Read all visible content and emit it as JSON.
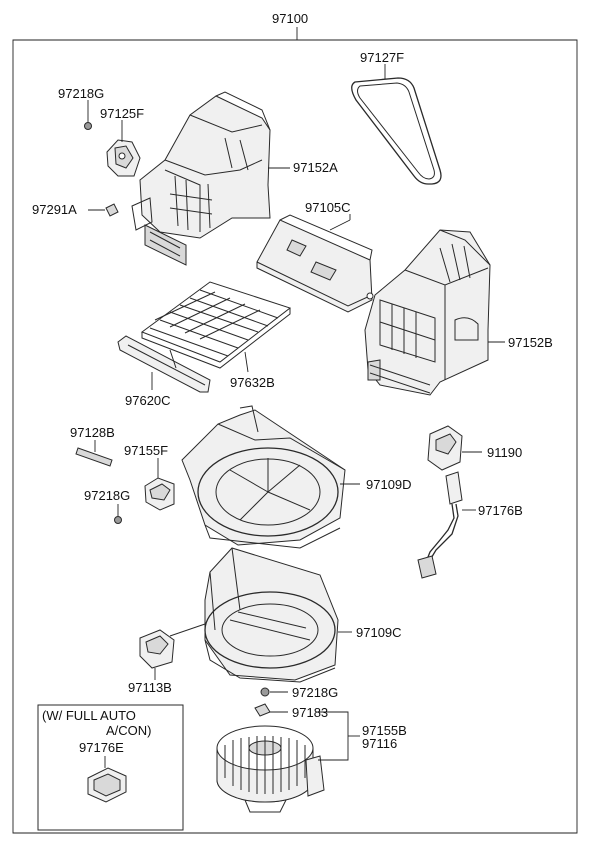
{
  "labels": {
    "assembly": "97100",
    "seal": "97127F",
    "screw_top": "97218G",
    "actuator_top": "97125F",
    "case_upper_left": "97152A",
    "clip": "97291A",
    "cover": "97105C",
    "filter": "97632B",
    "filter_frame": "97620C",
    "case_upper_right": "97152B",
    "pad": "97128B",
    "actuator_mid": "97155F",
    "screw_mid": "97218G",
    "case_lower_upper": "97109D",
    "connector": "91190",
    "harness": "97176B",
    "case_lower": "97109C",
    "resistor": "97113B",
    "screw_bottom": "97218G",
    "cap": "97183",
    "motor_a": "97155B",
    "motor_b": "97116"
  },
  "note": {
    "line1": "(W/ FULL AUTO",
    "line2": "A/CON)",
    "part": "97176E"
  }
}
